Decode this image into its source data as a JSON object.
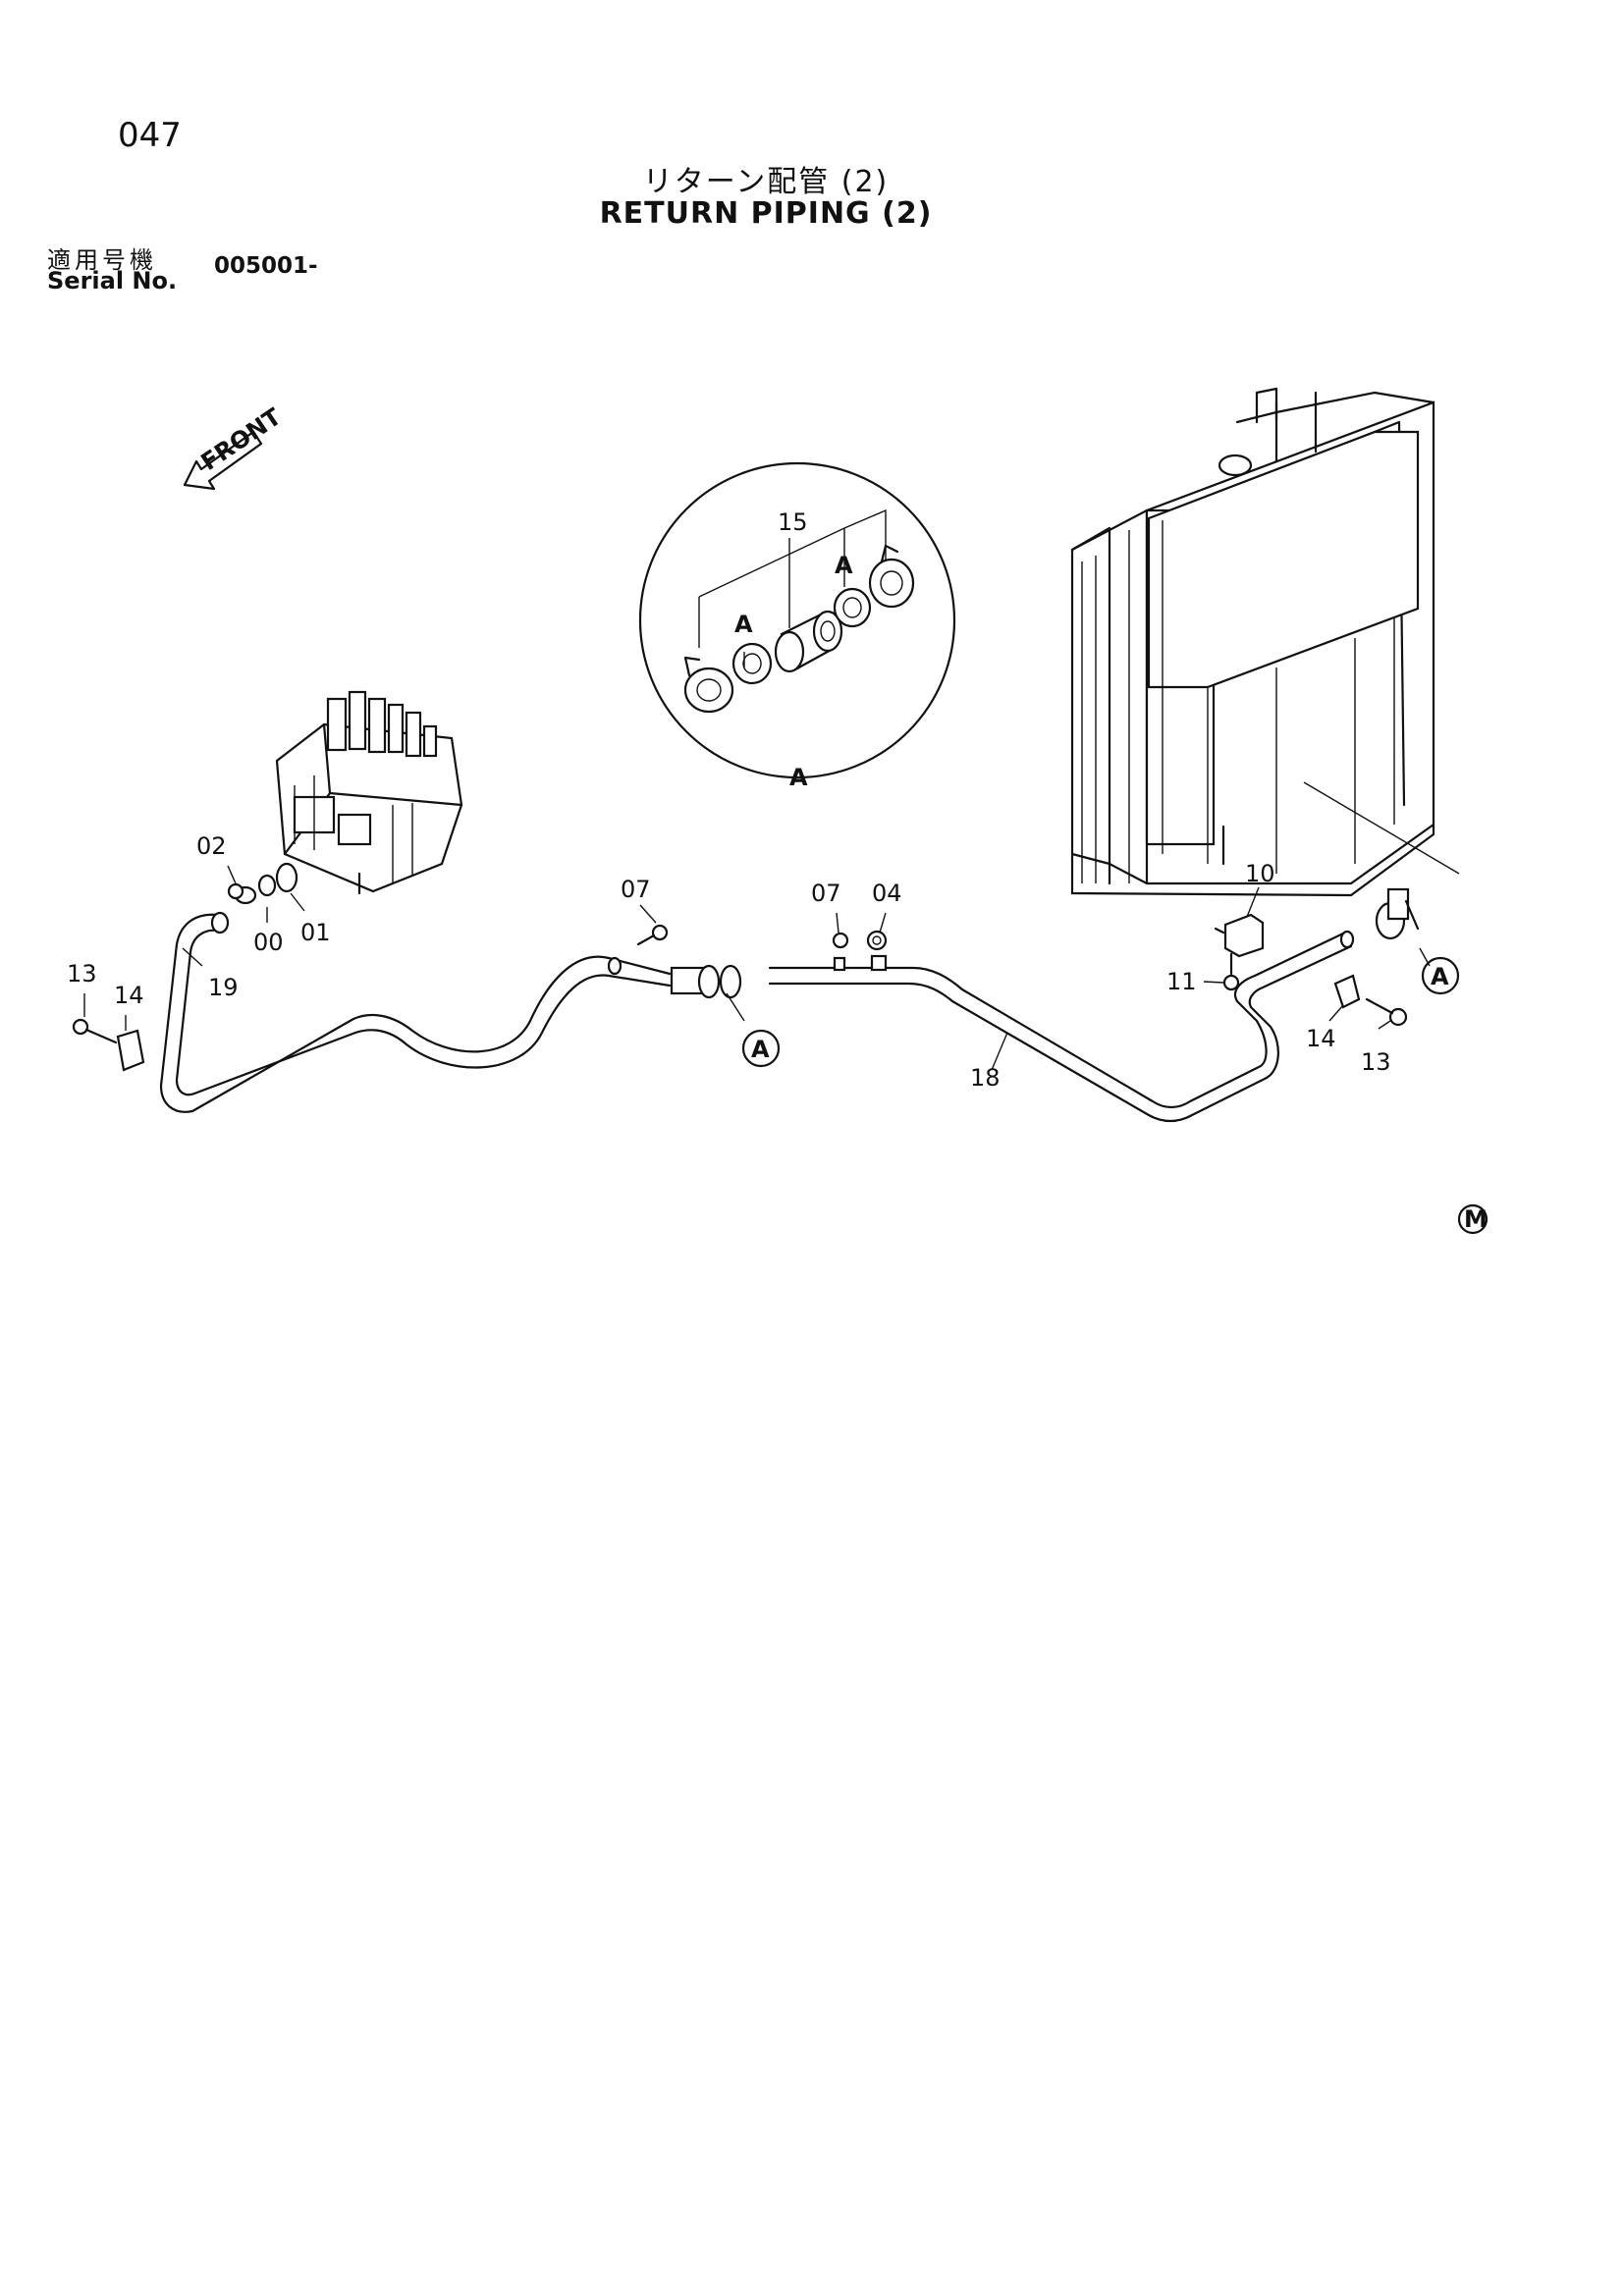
{
  "header": {
    "page_number": "047",
    "title_jp": "リターン配管 (2)",
    "title_en": "RETURN PIPING (2)",
    "serial_label_jp": "適用号機",
    "serial_label_en": "Serial No.",
    "serial_value": "005001-"
  },
  "diagram": {
    "front_marker": "FRONT",
    "detail_view_label": "A",
    "corner_mark": "M",
    "callouts": {
      "c15": "15",
      "dA1": "A",
      "dA2": "A",
      "c02": "02",
      "c00": "00",
      "c01": "01",
      "c13a": "13",
      "c14a": "14",
      "c19": "19",
      "c07a": "07",
      "cA1": "A",
      "c07b": "07",
      "c04": "04",
      "c18": "18",
      "c10": "10",
      "c11": "11",
      "c14b": "14",
      "c13b": "13",
      "cA2": "A"
    }
  }
}
